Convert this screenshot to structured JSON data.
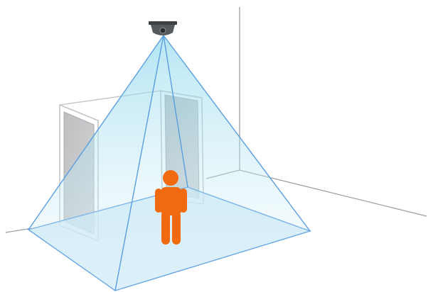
{
  "scene": {
    "components": [
      "ceiling-camera",
      "coverage-pyramid",
      "person",
      "door-panels",
      "room-corner"
    ],
    "colors": {
      "background": "#ffffff",
      "room_lines": "#9aa0a6",
      "door_frame": "#bfc3c7",
      "door_glass": "#c7c9cb",
      "cone_fill": "#7fd3ea",
      "cone_edges": "#5a9ee0",
      "floor_footprint": "#cfe9f7",
      "person": "#f26a0f",
      "camera_body": "#555a5f"
    },
    "icons": {
      "camera": "dome-camera-icon",
      "person": "person-icon"
    }
  }
}
